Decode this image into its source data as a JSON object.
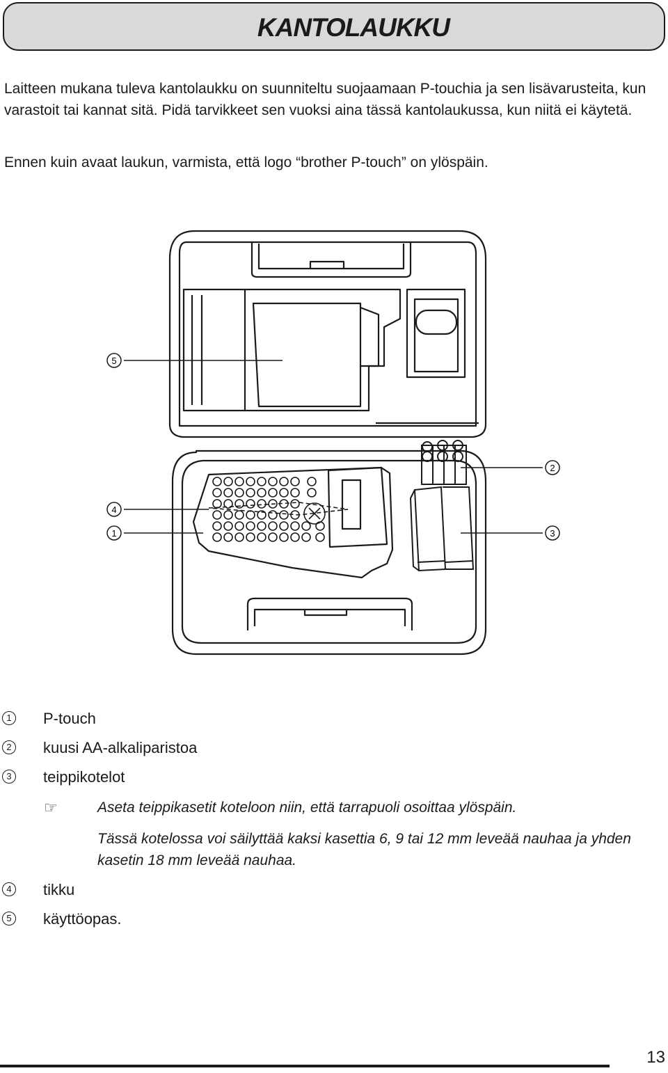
{
  "header": {
    "title": "KANTOLAUKKU"
  },
  "intro": {
    "paragraph1": "Laitteen mukana tuleva kantolaukku on suunniteltu suojaamaan P-touchia ja sen lisävarusteita, kun varastoit tai kannat sitä. Pidä tarvikkeet sen vuoksi aina tässä kantolaukussa, kun niitä ei käytetä.",
    "paragraph2": "Ennen kuin avaat laukun, varmista, että logo “brother P-touch” on ylöspäin."
  },
  "figure": {
    "callouts": [
      {
        "num": "5"
      },
      {
        "num": "4"
      },
      {
        "num": "1"
      },
      {
        "num": "2"
      },
      {
        "num": "3"
      }
    ]
  },
  "legend": {
    "items": [
      {
        "num": "1",
        "label": "P-touch"
      },
      {
        "num": "2",
        "label": "kuusi AA-alkaliparistoa"
      },
      {
        "num": "3",
        "label": "teippikotelot"
      },
      {
        "num": "4",
        "label": "tikku"
      },
      {
        "num": "5",
        "label": "käyttöopas."
      }
    ],
    "note_icon": "pointing-hand-icon",
    "note_line1": "Aseta teippikasetit koteloon niin, että tarrapuoli osoittaa ylöspäin.",
    "note_line2": "Tässä kotelossa voi säilyttää kaksi kasettia 6, 9 tai 12 mm leveää nauhaa ja yhden kasetin 18 mm leveää nauhaa."
  },
  "footer": {
    "page_number": "13"
  }
}
